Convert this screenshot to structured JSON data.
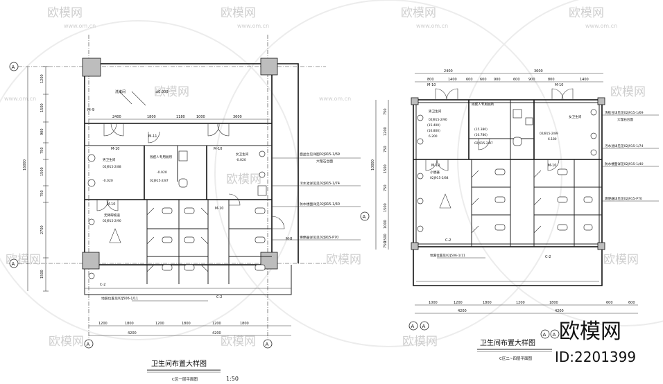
{
  "watermark": {
    "brand": "欧模网",
    "url": "www.om.cn",
    "corner_brand": "欧模网",
    "corner_id": "ID:2201399"
  },
  "plan_left": {
    "title": "卫生间布置大样图",
    "subtitle": "C区一层平面图",
    "scale": "1:50",
    "axis": "A",
    "top_dims": [
      "2400",
      "1800",
      "1180",
      "1000",
      "3600"
    ],
    "bottom_dims": [
      "1200",
      "1800",
      "1200",
      "1800",
      "1200",
      "1800"
    ],
    "bottom_totals": [
      "4200",
      "4200"
    ],
    "left_dims": [
      "1200",
      "1500",
      "900",
      "750",
      "1500",
      "750",
      "2700",
      "1500"
    ],
    "left_total": "16000",
    "left_lower": [
      "2700",
      "1500"
    ],
    "room_labels": [
      "M-9",
      "M-10",
      "M-11",
      "M-10",
      "M-10",
      "M-10",
      "M-8",
      "C-2",
      "C-2",
      "洗漱间",
      "残疾人专用厕所",
      "女卫生间",
      "男卫生间",
      "无障碍坡道",
      "±0.000",
      "-0.020",
      "-0.020",
      "-0.020",
      "02J915-2/88",
      "02J915-2/87",
      "02J915-2/90"
    ],
    "leader_notes": [
      "面盆台见详图02J915-1/69",
      "大理石台面",
      "污水池详见见02J915-1/74",
      "防水楼面详见02J915-1/40",
      "蹲便器详见见02J915-P70",
      "地漏位置见02J506-1/11"
    ]
  },
  "plan_right": {
    "subtitle": "C区二~四层平面图",
    "axis": "A",
    "top_dims": [
      "2400",
      "3600",
      "800",
      "1400",
      "600",
      "600",
      "900",
      "600",
      "900",
      "800",
      "1400"
    ],
    "bottom_dims": [
      "1000",
      "1200",
      "1800",
      "1200",
      "1800",
      "600",
      "600"
    ],
    "bottom_totals": [
      "4200",
      "4200"
    ],
    "left_dims": [
      "750",
      "1200",
      "750",
      "1500",
      "750",
      "1500",
      "1000",
      "1500",
      "750"
    ],
    "left_total": "10000",
    "room_labels": [
      "M-10",
      "M-10",
      "M-10",
      "M-10",
      "C-2",
      "C-2",
      "男卫生间",
      "残疾人专用厕所",
      "女卫生间",
      "小便器",
      "(15.400)",
      "(10.800)",
      "6.200",
      "(15.380)",
      "(10.780)",
      "6.180",
      "02J915-2/90",
      "02J915-2/87",
      "02J915-2/89",
      "02J915-2/84"
    ],
    "leader_notes": [
      "洗脸台详见见02J915-1/69",
      "大理石台面",
      "污水池详见见02J915-1/74",
      "防水楼面详见02J915-1/40",
      "蹲便器详见见02J915-P70",
      "地漏位置见02J506-1/11"
    ]
  }
}
